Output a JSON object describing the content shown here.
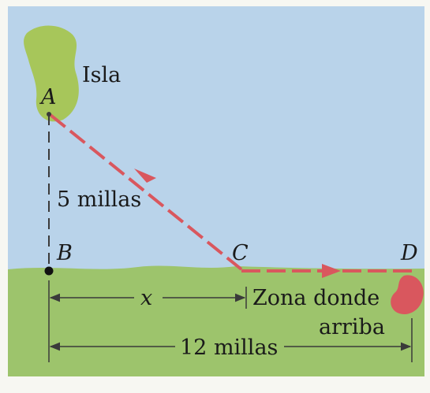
{
  "labels": {
    "island": "Isla",
    "point_a": "A",
    "point_b": "B",
    "point_c": "C",
    "point_d": "D",
    "distance_ab": "5 millas",
    "distance_bc": "x",
    "distance_bd": "12 millas",
    "zone_line1": "Zona donde",
    "zone_line2": "arriba"
  },
  "colors": {
    "sky": "#b9d3ea",
    "land": "#9dc46c",
    "island": "#a7c65a",
    "path": "#d9575e",
    "destination": "#d9575e",
    "line": "#3a3a3a",
    "frame": "#f7f7f2"
  }
}
